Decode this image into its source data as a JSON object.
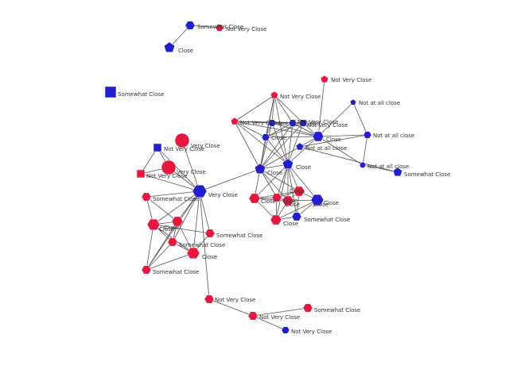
{
  "colors": {
    "red": "#e8163c",
    "blue": "#1f1fd0",
    "edge": "#555555",
    "label": "#333333"
  },
  "nodes": [
    {
      "id": "n1",
      "shape": "hexagon",
      "color": "blue",
      "label": "Somewhat Close"
    },
    {
      "id": "n2",
      "shape": "hexagon",
      "color": "red",
      "label": "Not Very Close"
    },
    {
      "id": "n3",
      "shape": "pentagon",
      "color": "blue",
      "label": "Close"
    },
    {
      "id": "n4",
      "shape": "square",
      "color": "blue",
      "label": "Somewhat Close"
    },
    {
      "id": "n5",
      "shape": "circle",
      "color": "red",
      "label": "Very Close"
    },
    {
      "id": "n6",
      "shape": "square",
      "color": "blue",
      "label": "Not Very Close"
    },
    {
      "id": "n7",
      "shape": "circle",
      "color": "red",
      "label": "Very Close"
    },
    {
      "id": "n8",
      "shape": "square",
      "color": "red",
      "label": "Not Very Close"
    },
    {
      "id": "n9",
      "shape": "hexagon",
      "color": "blue",
      "label": "Very Close"
    },
    {
      "id": "n10",
      "shape": "hexagon",
      "color": "red",
      "label": "Somewhat Close"
    },
    {
      "id": "n11",
      "shape": "hexagon",
      "color": "red",
      "label": "Close"
    },
    {
      "id": "n12",
      "shape": "hexagon",
      "color": "red",
      "label": "Close"
    },
    {
      "id": "n13",
      "shape": "hexagon",
      "color": "red",
      "label": "Somewhat Close"
    },
    {
      "id": "n14",
      "shape": "hexagon",
      "color": "red",
      "label": "Somewhat Close"
    },
    {
      "id": "n15",
      "shape": "hexagon",
      "color": "red",
      "label": "Close"
    },
    {
      "id": "n16",
      "shape": "hexagon",
      "color": "red",
      "label": "Somewhat Close"
    },
    {
      "id": "n17",
      "shape": "hexagon",
      "color": "red",
      "label": "Not Very Close"
    },
    {
      "id": "n18",
      "shape": "hexagon",
      "color": "red",
      "label": "Not Very Close"
    },
    {
      "id": "n19",
      "shape": "hexagon",
      "color": "red",
      "label": "Somewhat Close"
    },
    {
      "id": "n20",
      "shape": "hexagon",
      "color": "blue",
      "label": "Not Very Close"
    },
    {
      "id": "n21",
      "shape": "pentagon",
      "color": "red",
      "label": "Not Very Close"
    },
    {
      "id": "n22",
      "shape": "pentagon",
      "color": "red",
      "label": "Not Very Close"
    },
    {
      "id": "n23",
      "shape": "pentagon",
      "color": "red",
      "label": "Not Very Close"
    },
    {
      "id": "n24",
      "shape": "pentagon",
      "color": "blue",
      "label": "Not at all close"
    },
    {
      "id": "n25",
      "shape": "hexagon",
      "color": "blue",
      "label": "Not at all close"
    },
    {
      "id": "n26",
      "shape": "hexagon",
      "color": "blue",
      "label": "Not at all close"
    },
    {
      "id": "n27",
      "shape": "hexagon",
      "color": "blue",
      "label": "Close"
    },
    {
      "id": "n28",
      "shape": "hexagon",
      "color": "blue",
      "label": "Not Very Close"
    },
    {
      "id": "n29",
      "shape": "hexagon",
      "color": "blue",
      "label": "Not Very Close"
    },
    {
      "id": "n30",
      "shape": "hexagon",
      "color": "blue",
      "label": "Not Very Close"
    },
    {
      "id": "n31",
      "shape": "hexagon",
      "color": "blue",
      "label": "Close"
    },
    {
      "id": "n32",
      "shape": "pentagon",
      "color": "blue",
      "label": "Not at all close"
    },
    {
      "id": "n33",
      "shape": "pentagon",
      "color": "blue",
      "label": "Somewhat Close"
    },
    {
      "id": "n34",
      "shape": "pentagon",
      "color": "blue",
      "label": "Close"
    },
    {
      "id": "n35",
      "shape": "pentagon",
      "color": "blue",
      "label": "Close"
    },
    {
      "id": "n36",
      "shape": "hexagon",
      "color": "red",
      "label": "Close"
    },
    {
      "id": "n37",
      "shape": "hexagon",
      "color": "red",
      "label": "Close"
    },
    {
      "id": "n38",
      "shape": "hexagon",
      "color": "red",
      "label": "Close"
    },
    {
      "id": "n39",
      "shape": "hexagon",
      "color": "red",
      "label": "Close"
    },
    {
      "id": "n40",
      "shape": "hexagon",
      "color": "blue",
      "label": "Close"
    },
    {
      "id": "n41",
      "shape": "hexagon",
      "color": "red",
      "label": "Close"
    },
    {
      "id": "n42",
      "shape": "hexagon",
      "color": "blue",
      "label": "Somewhat Close"
    },
    {
      "id": "n43",
      "shape": "hexagon",
      "color": "blue",
      "label": "Close"
    }
  ],
  "edges": [
    [
      "n1",
      "n2"
    ],
    [
      "n1",
      "n3"
    ],
    [
      "n6",
      "n8"
    ],
    [
      "n6",
      "n7"
    ],
    [
      "n8",
      "n7"
    ],
    [
      "n6",
      "n9"
    ],
    [
      "n8",
      "n9"
    ],
    [
      "n5",
      "n9"
    ],
    [
      "n7",
      "n9"
    ],
    [
      "n9",
      "n10"
    ],
    [
      "n9",
      "n11"
    ],
    [
      "n9",
      "n12"
    ],
    [
      "n9",
      "n13"
    ],
    [
      "n9",
      "n14"
    ],
    [
      "n9",
      "n15"
    ],
    [
      "n9",
      "n16"
    ],
    [
      "n9",
      "n17"
    ],
    [
      "n10",
      "n11"
    ],
    [
      "n10",
      "n12"
    ],
    [
      "n11",
      "n12"
    ],
    [
      "n11",
      "n14"
    ],
    [
      "n11",
      "n15"
    ],
    [
      "n12",
      "n13"
    ],
    [
      "n12",
      "n15"
    ],
    [
      "n12",
      "n14"
    ],
    [
      "n13",
      "n15"
    ],
    [
      "n14",
      "n15"
    ],
    [
      "n14",
      "n16"
    ],
    [
      "n15",
      "n16"
    ],
    [
      "n11",
      "n16"
    ],
    [
      "n12",
      "n16"
    ],
    [
      "n17",
      "n18"
    ],
    [
      "n18",
      "n19"
    ],
    [
      "n18",
      "n20"
    ],
    [
      "n9",
      "n34"
    ],
    [
      "n34",
      "n35"
    ],
    [
      "n34",
      "n21"
    ],
    [
      "n34",
      "n22"
    ],
    [
      "n34",
      "n27"
    ],
    [
      "n34",
      "n28"
    ],
    [
      "n34",
      "n29"
    ],
    [
      "n34",
      "n30"
    ],
    [
      "n34",
      "n31"
    ],
    [
      "n34",
      "n36"
    ],
    [
      "n34",
      "n37"
    ],
    [
      "n34",
      "n38"
    ],
    [
      "n34",
      "n39"
    ],
    [
      "n35",
      "n21"
    ],
    [
      "n35",
      "n22"
    ],
    [
      "n35",
      "n27"
    ],
    [
      "n35",
      "n28"
    ],
    [
      "n35",
      "n29"
    ],
    [
      "n35",
      "n30"
    ],
    [
      "n35",
      "n31"
    ],
    [
      "n35",
      "n36"
    ],
    [
      "n35",
      "n37"
    ],
    [
      "n35",
      "n38"
    ],
    [
      "n35",
      "n39"
    ],
    [
      "n35",
      "n40"
    ],
    [
      "n35",
      "n41"
    ],
    [
      "n35",
      "n42"
    ],
    [
      "n21",
      "n22"
    ],
    [
      "n21",
      "n28"
    ],
    [
      "n21",
      "n29"
    ],
    [
      "n21",
      "n30"
    ],
    [
      "n21",
      "n27"
    ],
    [
      "n22",
      "n28"
    ],
    [
      "n22",
      "n29"
    ],
    [
      "n22",
      "n30"
    ],
    [
      "n22",
      "n27"
    ],
    [
      "n22",
      "n31"
    ],
    [
      "n28",
      "n29"
    ],
    [
      "n28",
      "n30"
    ],
    [
      "n29",
      "n30"
    ],
    [
      "n29",
      "n31"
    ],
    [
      "n30",
      "n31"
    ],
    [
      "n27",
      "n31"
    ],
    [
      "n28",
      "n31"
    ],
    [
      "n27",
      "n29"
    ],
    [
      "n27",
      "n30"
    ],
    [
      "n27",
      "n28"
    ],
    [
      "n31",
      "n23"
    ],
    [
      "n31",
      "n24"
    ],
    [
      "n31",
      "n25"
    ],
    [
      "n31",
      "n26"
    ],
    [
      "n24",
      "n25"
    ],
    [
      "n25",
      "n26"
    ],
    [
      "n26",
      "n33"
    ],
    [
      "n25",
      "n32"
    ],
    [
      "n32",
      "n33"
    ],
    [
      "n31",
      "n29"
    ],
    [
      "n36",
      "n37"
    ],
    [
      "n36",
      "n38"
    ],
    [
      "n37",
      "n38"
    ],
    [
      "n37",
      "n39"
    ],
    [
      "n38",
      "n39"
    ],
    [
      "n38",
      "n40"
    ],
    [
      "n39",
      "n40"
    ],
    [
      "n40",
      "n42"
    ],
    [
      "n41",
      "n42"
    ],
    [
      "n36",
      "n41"
    ],
    [
      "n37",
      "n41"
    ],
    [
      "n36",
      "n39"
    ],
    [
      "n39",
      "n41"
    ],
    [
      "n38",
      "n42"
    ],
    [
      "n41",
      "n40"
    ]
  ]
}
